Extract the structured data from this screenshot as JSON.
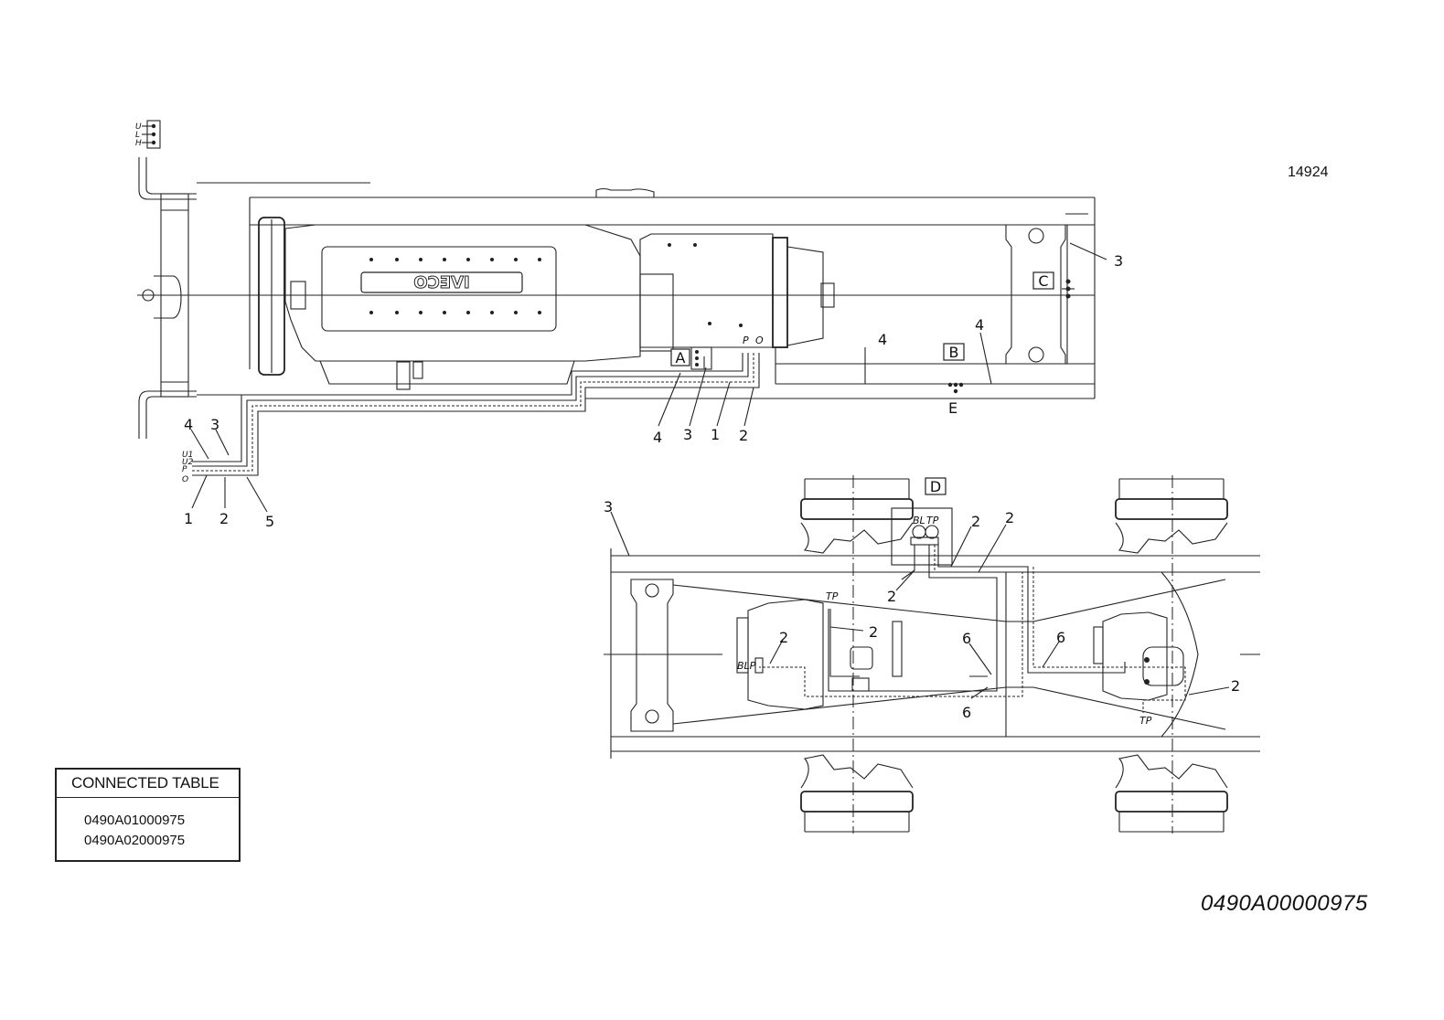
{
  "sheet_ref": "14924",
  "drawing_number": "0490A00000975",
  "connected_table": {
    "title": "CONNECTED TABLE",
    "rows": [
      "0490A01000975",
      "0490A02000975"
    ]
  },
  "brand_logo": "IVECO",
  "boxed_labels": {
    "A": "A",
    "B": "B",
    "C": "C",
    "D": "D"
  },
  "letter_labels": {
    "E": "E"
  },
  "port_labels": {
    "U": "U",
    "L": "L",
    "H": "H",
    "U1": "U1",
    "U2": "U2",
    "P": "P",
    "O": "O",
    "BL": "BL",
    "TP": "TP",
    "BLP": "BLP"
  },
  "callouts": {
    "n1": "1",
    "n2": "2",
    "n3": "3",
    "n4": "4",
    "n5": "5",
    "n6": "6"
  }
}
